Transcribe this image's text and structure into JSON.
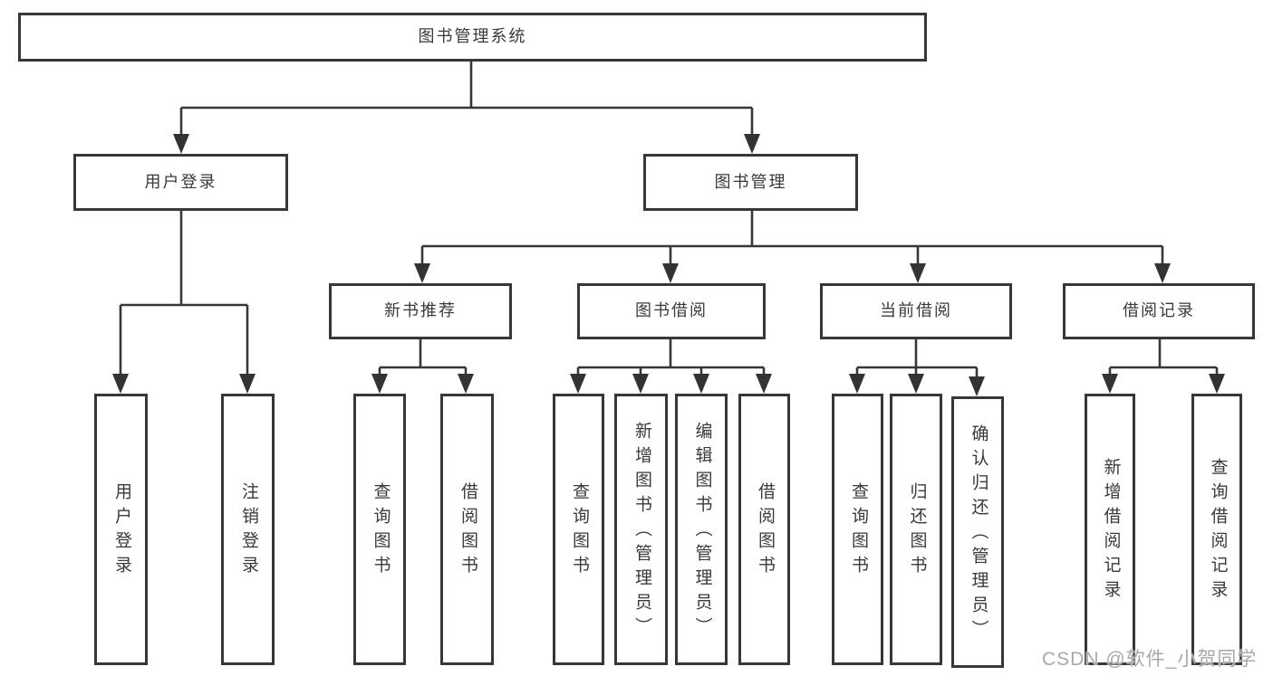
{
  "tree": {
    "root": "图书管理系统",
    "branches": [
      {
        "label": "用户登录",
        "children": [
          "用户登录",
          "注销登录"
        ]
      },
      {
        "label": "图书管理",
        "groups": [
          {
            "label": "新书推荐",
            "children": [
              "查询图书",
              "借阅图书"
            ]
          },
          {
            "label": "图书借阅",
            "children": [
              "查询图书",
              "新增图书（管理员）",
              "编辑图书（管理员）",
              "借阅图书"
            ]
          },
          {
            "label": "当前借阅",
            "children": [
              "查询图书",
              "归还图书",
              "确认归还（管理员）"
            ]
          },
          {
            "label": "借阅记录",
            "children": [
              "新增借阅记录",
              "查询借阅记录"
            ]
          }
        ]
      }
    ]
  },
  "watermark": {
    "text": "CSDN @软件_小贺同学"
  },
  "colors": {
    "line": "#373737",
    "text": "#3a3a3a",
    "watermark": "#a9a9a9"
  }
}
